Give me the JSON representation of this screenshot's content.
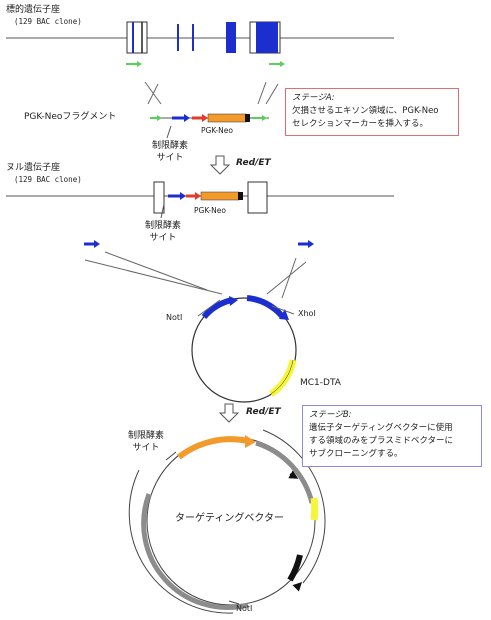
{
  "labels": {
    "target_locus": "標的遺伝子座",
    "target_clone": "(129 BAC clone)",
    "pgk_fragment": "PGK-Neoフラグメント",
    "pgk_neo_1": "PGK-Neo",
    "restriction_1": "制限酵素",
    "site_1": "サイト",
    "red_et_1": "Red/ET",
    "null_locus": "ヌル遺伝子座",
    "null_clone": "(129 BAC clone)",
    "pgk_neo_2": "PGK-Neo",
    "restriction_2": "制限酵素",
    "site_2": "サイト",
    "noti_1": "NotI",
    "xhoi": "XhoI",
    "mc1_dta": "MC1-DTA",
    "red_et_2": "Red/ET",
    "restriction_3": "制限酵素",
    "site_3": "サイト",
    "targeting_vector": "ターゲティングベクター",
    "noti_2": "NotI"
  },
  "stage_a": {
    "title": "ステージA:",
    "line1": "欠損させるエキソン領域に、PGK-Neo",
    "line2": "セレクションマーカーを挿入する。"
  },
  "stage_b": {
    "title": "ステージB:",
    "line1": "遺伝子ターゲティングベクターに使用",
    "line2": "する領域のみをプラスミドベクターに",
    "line3": "サブクローニングする。"
  },
  "colors": {
    "exon_blue": "#1d2ecf",
    "arrow_green": "#5ad05a",
    "neo_orange": "#f39a2c",
    "promoter_red": "#e23b2b",
    "dta_yellow": "#f5f53c",
    "plasmid_grey": "#8c8c8c"
  }
}
